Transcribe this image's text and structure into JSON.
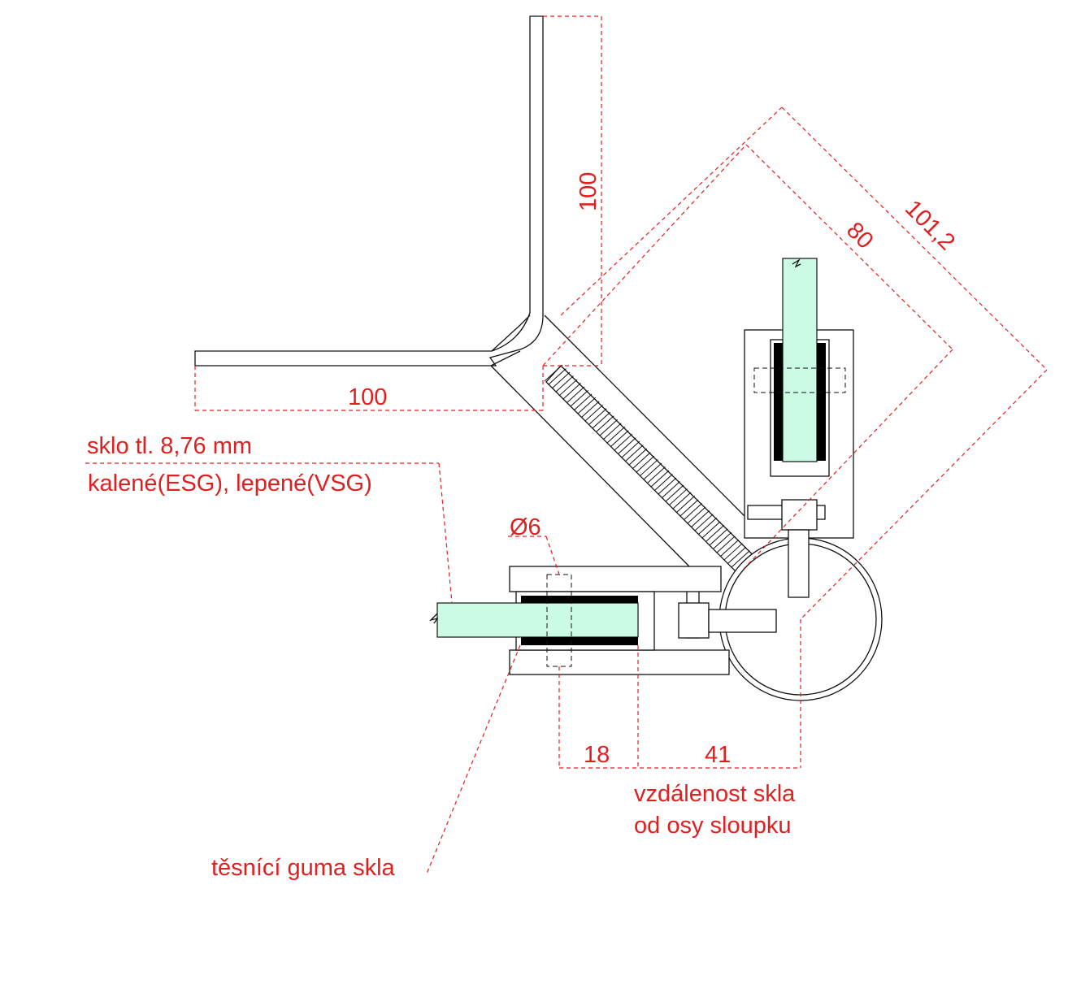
{
  "dimensions": {
    "vertical_leg": "100",
    "horizontal_leg": "100",
    "diagonal_inner": "80",
    "diagonal_outer": "101,2",
    "bolt_diameter": "Ø6",
    "glass_offset": "18",
    "axis_distance": "41"
  },
  "labels": {
    "glass_thickness": "sklo tl. 8,76 mm",
    "glass_type": "kalené(ESG), lepené(VSG)",
    "axis_distance_line1": "vzdálenost skla",
    "axis_distance_line2": "od osy sloupku",
    "gasket": "těsnící guma skla"
  },
  "colors": {
    "dimension": "#e02020",
    "glass": "#ccfbe5"
  }
}
